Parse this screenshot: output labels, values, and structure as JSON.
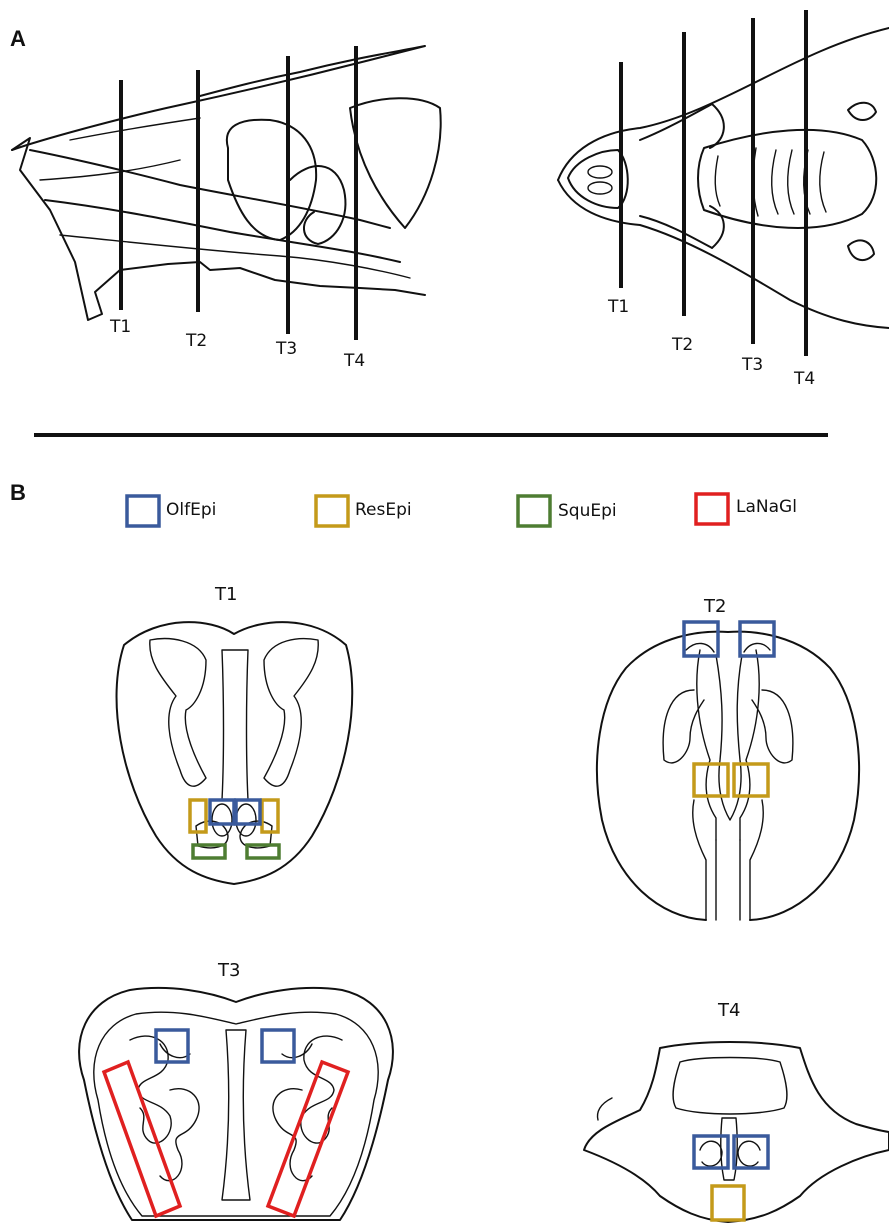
{
  "panels": {
    "a": "A",
    "b": "B"
  },
  "cut_labels": {
    "t1": "T1",
    "t2": "T2",
    "t3": "T3",
    "t4": "T4"
  },
  "section_titles": {
    "t1": "T1",
    "t2": "T2",
    "t3": "T3",
    "t4": "T4"
  },
  "legend": [
    {
      "label": "OlfEpi",
      "color": "#3a5a9c"
    },
    {
      "label": "ResEpi",
      "color": "#c49a1a"
    },
    {
      "label": "SquEpi",
      "color": "#4e7d32"
    },
    {
      "label": "LaNaGl",
      "color": "#e02020"
    }
  ]
}
